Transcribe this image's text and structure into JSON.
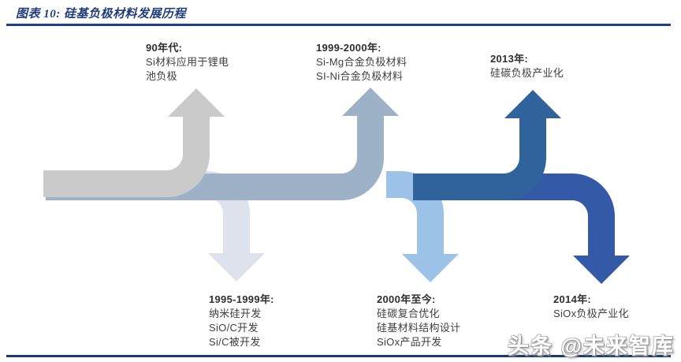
{
  "header": {
    "title": "图表 10:  硅基负极材料发展历程",
    "rule_top_color": "#1e3f94",
    "rule_bottom_color": "#1b3a73",
    "title_color": "#223d7c"
  },
  "watermark": "头条 @未来智库",
  "timeline": {
    "description": "Development history of silicon-based anode materials; horizontal flow band branching into up/down arrows",
    "milestones": [
      {
        "year": "90年代:",
        "lines": [
          "Si材料应用于锂电",
          "池负极"
        ],
        "direction": "up",
        "arrow_color": "#cacaca"
      },
      {
        "year": "1995-1999年:",
        "lines": [
          "纳米硅开发",
          "SiO/C开发",
          "Si/C被开发"
        ],
        "direction": "down",
        "arrow_color": "#dde2ec"
      },
      {
        "year": "1999-2000年:",
        "lines": [
          "Si-Mg合金负极材料",
          "SI-Ni合金负极材料"
        ],
        "direction": "up",
        "arrow_color": "#9eb2c7"
      },
      {
        "year": "2000年至今:",
        "lines": [
          "硅碳复合优化",
          "硅基材料结构设计",
          "SiOx产品开发"
        ],
        "direction": "down",
        "arrow_color": "#9cc2e7"
      },
      {
        "year": "2013年:",
        "lines": [
          "硅碳负极产业化"
        ],
        "direction": "up",
        "arrow_color": "#30629c"
      },
      {
        "year": "2014年:",
        "lines": [
          "SiOx负极产业化"
        ],
        "direction": "down",
        "arrow_color": "#3359a7"
      }
    ]
  }
}
